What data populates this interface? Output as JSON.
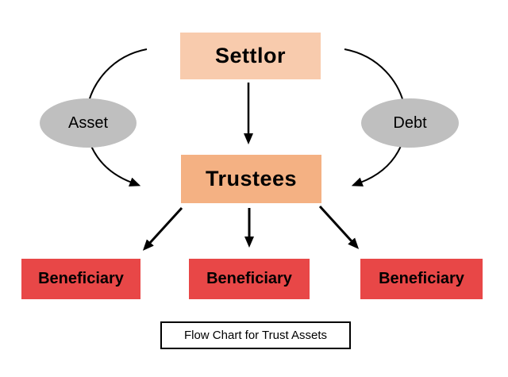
{
  "diagram": {
    "type": "flowchart",
    "caption": "Flow Chart for Trust Assets",
    "nodes": {
      "settlor": {
        "label": "Settlor",
        "shape": "rectangle",
        "fill": "#F8CBAD"
      },
      "trustees": {
        "label": "Trustees",
        "shape": "rectangle",
        "fill": "#F4B183"
      },
      "asset": {
        "label": "Asset",
        "shape": "ellipse",
        "fill": "#BFBFBF"
      },
      "debt": {
        "label": "Debt",
        "shape": "ellipse",
        "fill": "#BFBFBF"
      },
      "beneficiary_left": {
        "label": "Beneficiary",
        "shape": "rectangle",
        "fill": "#E84747"
      },
      "beneficiary_middle": {
        "label": "Beneficiary",
        "shape": "rectangle",
        "fill": "#E84747"
      },
      "beneficiary_right": {
        "label": "Beneficiary",
        "shape": "rectangle",
        "fill": "#E84747"
      }
    },
    "edges": [
      {
        "from": "settlor",
        "to": "trustees",
        "via": "asset",
        "style": "curved",
        "side": "left"
      },
      {
        "from": "settlor",
        "to": "trustees",
        "via": null,
        "style": "straight",
        "side": "center"
      },
      {
        "from": "settlor",
        "to": "trustees",
        "via": "debt",
        "style": "curved",
        "side": "right"
      },
      {
        "from": "trustees",
        "to": "beneficiary_left",
        "via": null,
        "style": "straight",
        "side": "left"
      },
      {
        "from": "trustees",
        "to": "beneficiary_middle",
        "via": null,
        "style": "straight",
        "side": "center"
      },
      {
        "from": "trustees",
        "to": "beneficiary_right",
        "via": null,
        "style": "straight",
        "side": "right"
      }
    ],
    "colors": {
      "background": "#FFFFFF",
      "arrow": "#000000",
      "text": "#000000",
      "caption_border": "#000000",
      "caption_fill": "#FFFFFF"
    }
  }
}
